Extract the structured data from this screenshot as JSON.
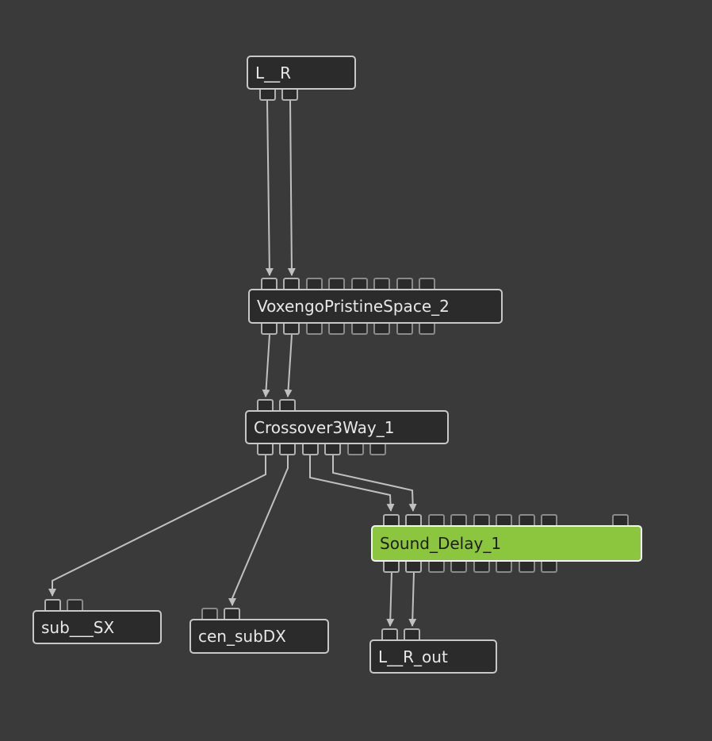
{
  "colors": {
    "canvas_background": "#3a3a3a",
    "node_background": "#2b2b2b",
    "node_border": "#c8c8c8",
    "selected_node_background": "#8cc63f",
    "wire": "#c0c0c0"
  },
  "nodes": {
    "lr": {
      "label": "L__R",
      "inputs": 0,
      "outputs": 2
    },
    "voxengo": {
      "label": "VoxengoPristineSpace_2",
      "inputs": 8,
      "outputs": 8
    },
    "crossover": {
      "label": "Crossover3Way_1",
      "inputs": 2,
      "outputs": 6
    },
    "sound_delay": {
      "label": "Sound_Delay_1",
      "inputs": 9,
      "outputs": 8,
      "selected": true
    },
    "sub_sx": {
      "label": "sub___SX",
      "inputs": 2,
      "outputs": 0
    },
    "cen_subdx": {
      "label": "cen_subDX",
      "inputs": 2,
      "outputs": 0
    },
    "lr_out": {
      "label": "L__R_out",
      "inputs": 2,
      "outputs": 0
    }
  },
  "connections": [
    {
      "from": "L__R",
      "from_port": 1,
      "to": "VoxengoPristineSpace_2",
      "to_port": 1
    },
    {
      "from": "L__R",
      "from_port": 2,
      "to": "VoxengoPristineSpace_2",
      "to_port": 2
    },
    {
      "from": "VoxengoPristineSpace_2",
      "from_port": 1,
      "to": "Crossover3Way_1",
      "to_port": 1
    },
    {
      "from": "VoxengoPristineSpace_2",
      "from_port": 2,
      "to": "Crossover3Way_1",
      "to_port": 2
    },
    {
      "from": "Crossover3Way_1",
      "from_port": 1,
      "to": "sub___SX",
      "to_port": 1
    },
    {
      "from": "Crossover3Way_1",
      "from_port": 2,
      "to": "cen_subDX",
      "to_port": 2
    },
    {
      "from": "Crossover3Way_1",
      "from_port": 3,
      "to": "Sound_Delay_1",
      "to_port": 1
    },
    {
      "from": "Crossover3Way_1",
      "from_port": 4,
      "to": "Sound_Delay_1",
      "to_port": 2
    },
    {
      "from": "Sound_Delay_1",
      "from_port": 1,
      "to": "L__R_out",
      "to_port": 1
    },
    {
      "from": "Sound_Delay_1",
      "from_port": 2,
      "to": "L__R_out",
      "to_port": 2
    }
  ]
}
